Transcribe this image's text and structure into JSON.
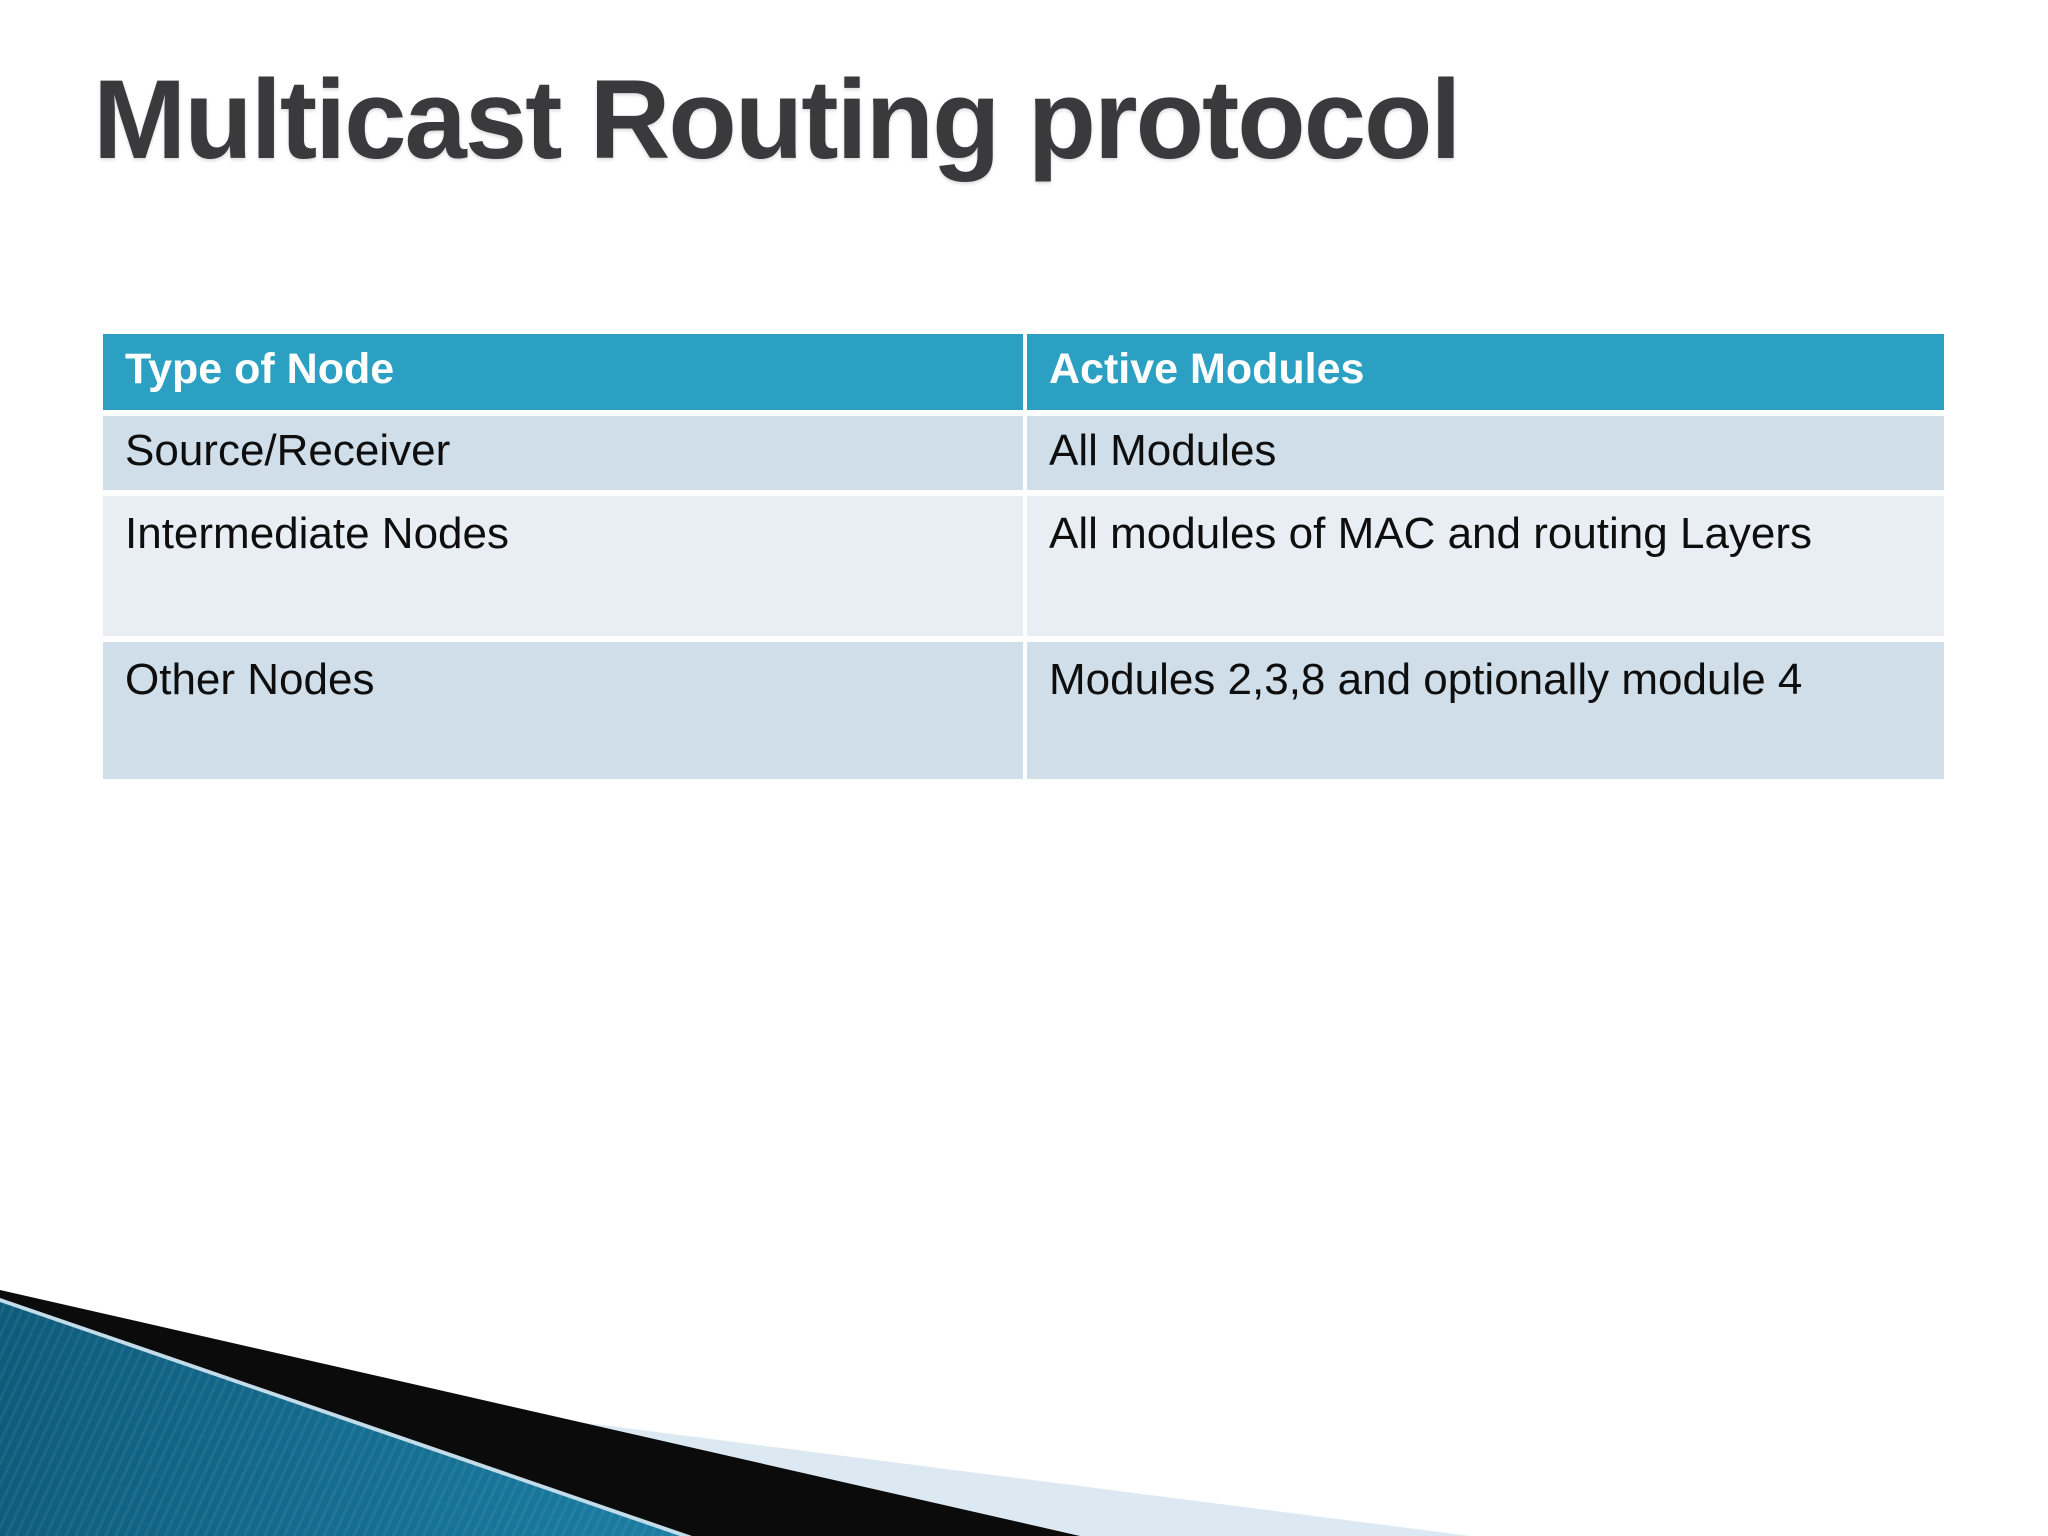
{
  "slide": {
    "title": "Multicast Routing protocol"
  },
  "table": {
    "headers": [
      "Type of Node",
      "Active Modules"
    ],
    "rows": [
      {
        "type": "Source/Receiver",
        "modules": "All Modules"
      },
      {
        "type": "Intermediate Nodes",
        "modules": "All modules of MAC and routing Layers"
      },
      {
        "type": "Other Nodes",
        "modules": "Modules 2,3,8 and optionally module 4"
      }
    ]
  },
  "colors": {
    "header_bg": "#2ba0c2",
    "row_odd_bg": "#cfdee8",
    "row_even_bg": "#e9eef5",
    "header_text": "#ffffff",
    "body_text": "#0e0e0e",
    "title_text": "#3a3a3c",
    "ribbon_teal_dark": "#0e5b7b",
    "ribbon_teal_light": "#2fa9cd",
    "ribbon_black": "#0b0b0c",
    "ribbon_pale": "#dce8f2"
  }
}
